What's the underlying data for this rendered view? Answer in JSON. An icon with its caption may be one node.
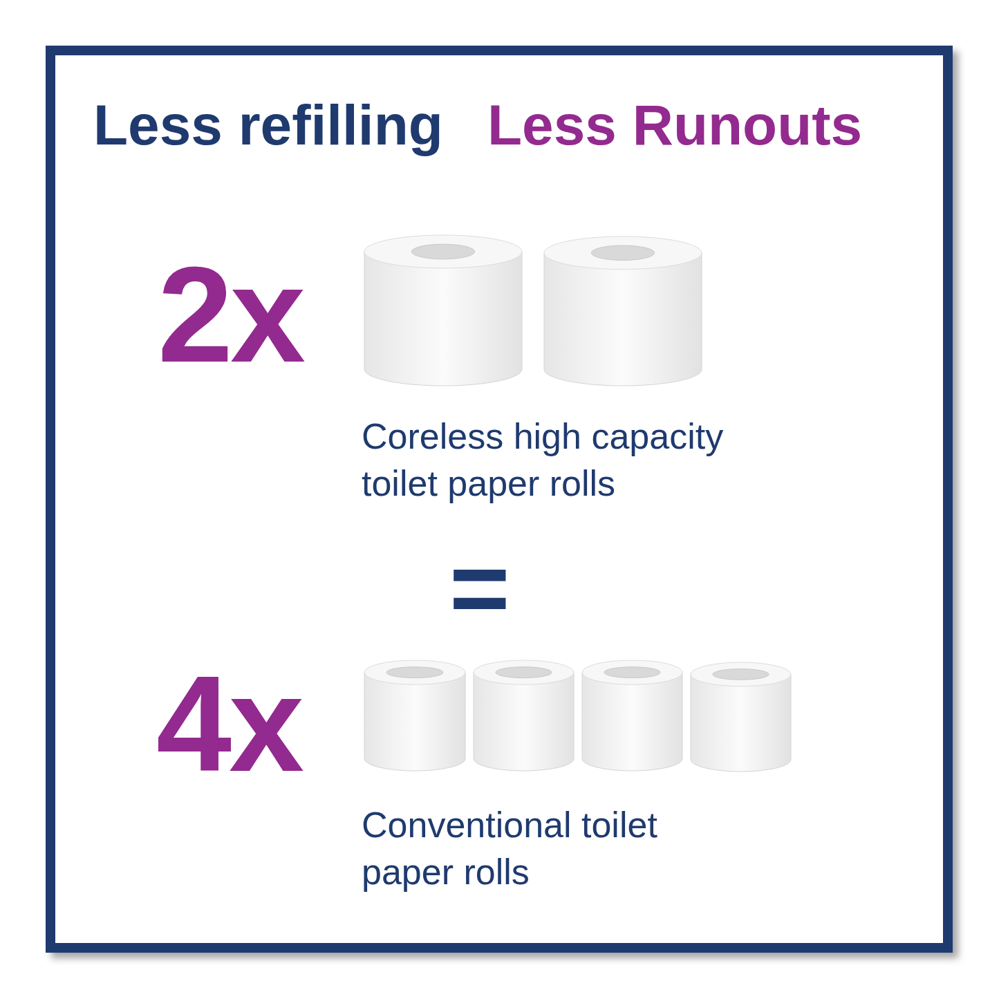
{
  "diagram": {
    "labels": [
      "Less refilling",
      "Less Runouts",
      "2x",
      "Coreless high capacity toilet paper rolls",
      "=",
      "4x",
      "Conventional toilet paper rolls"
    ]
  }
}
